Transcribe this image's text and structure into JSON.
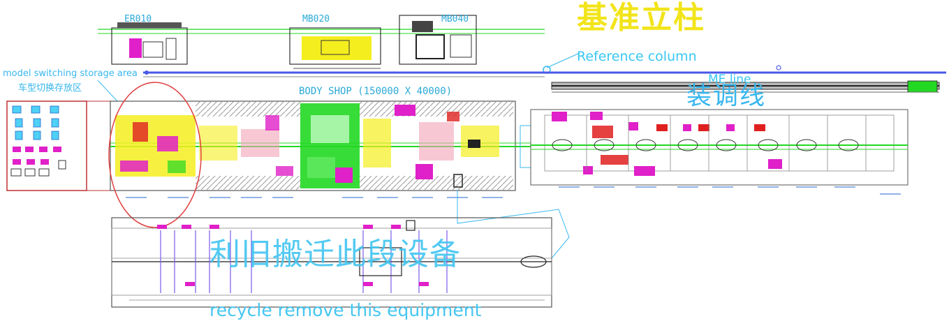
{
  "labels": {
    "er010": "ER010",
    "mb020": "MB020",
    "mb040": "MB040",
    "reference_cn": "基准立柱",
    "reference_en": "Reference column",
    "model_switch_en": "model switching storage area",
    "model_switch_cn": "车型切换存放区",
    "body_shop": "BODY SHOP (150000 X 40000)",
    "me_line": "ME line",
    "assembly_cn": "装调线",
    "recycle_cn": "利旧搬迁此段设备",
    "recycle_en": "recycle remove this equipment"
  },
  "colors": {
    "title_yellow": "#f2e41a",
    "label_cyan": "#39c7f2",
    "line_green": "#22d822",
    "magenta": "#e020c8",
    "red": "#e02020",
    "yellow": "#f5ee1e",
    "blue": "#4a5ae8",
    "dark": "#333333"
  }
}
